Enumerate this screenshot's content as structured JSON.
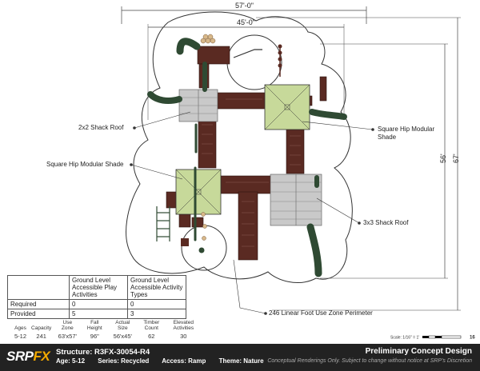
{
  "dimensions": {
    "overall_width": "57'-0\"",
    "inner_width": "45'-0\"",
    "inner_height": "56'",
    "overall_height": "67'"
  },
  "callouts": {
    "shack_roof_2x2": "2x2 Shack Roof",
    "square_hip_right": "Square Hip Modular Shade",
    "square_hip_left": "Square Hip Modular Shade",
    "shack_roof_3x3": "3x3 Shack Roof",
    "use_zone": "246 Linear Foot Use Zone Perimeter"
  },
  "accessibility_table": {
    "col1": "Ground Level Accessible Play Activities",
    "col2": "Ground Level Accessible Activity Types",
    "rows": [
      {
        "label": "Required",
        "v1": "0",
        "v2": "0"
      },
      {
        "label": "Provided",
        "v1": "5",
        "v2": "3"
      }
    ]
  },
  "specs": {
    "headers": [
      "Ages",
      "Capacity",
      "Use Zone",
      "Fall Height",
      "Actual Size",
      "Timber Count",
      "Elevated Activities"
    ],
    "values": [
      "5-12",
      "241",
      "63'x57'",
      "96\"",
      "56'x45'",
      "62",
      "30"
    ]
  },
  "scale": {
    "label": "Scale: 1/16\" = 1'",
    "end": "16"
  },
  "footer": {
    "logo_a": "SRP",
    "logo_b": "FX",
    "structure": "Structure: R3FX-30054-R4",
    "age": "Age: 5-12",
    "series": "Series: Recycled",
    "access": "Access: Ramp",
    "theme": "Theme: Nature",
    "title": "Preliminary Concept Design",
    "disclaimer": "Conceptual Renderings Only. Subject to change without notice at SRP's Discretion"
  },
  "colors": {
    "deck": "#5a2a22",
    "roof_grey": "#c9c9c9",
    "shade_green": "#c7d99a",
    "tube_green": "#2f4a33"
  }
}
